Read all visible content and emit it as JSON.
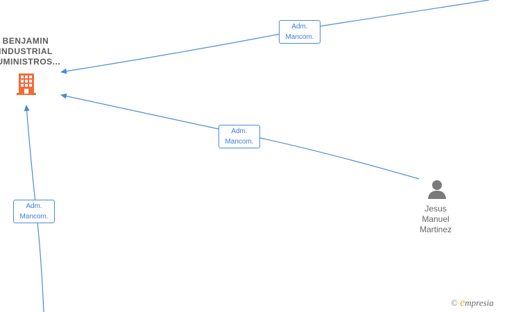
{
  "nodes": {
    "company": {
      "name_lines": [
        "BENJAMIN",
        "INDUSTRIAL",
        "SUMINISTROS..."
      ],
      "icon": "building-icon",
      "color": "#f26b3a"
    },
    "person": {
      "name_lines": [
        "Jesus",
        "Manuel",
        "Martinez"
      ],
      "icon": "person-icon",
      "color": "#7a7a7a"
    }
  },
  "edges": [
    {
      "id": "top",
      "label_line1": "Adm.",
      "label_line2": "Mancom."
    },
    {
      "id": "middle",
      "label_line1": "Adm.",
      "label_line2": "Mancom."
    },
    {
      "id": "bottom",
      "label_line1": "Adm.",
      "label_line2": "Mancom."
    }
  ],
  "edge_color": "#4a8ad4",
  "watermark": {
    "symbol": "©",
    "brand_initial": "e",
    "brand_rest": "mpresia"
  }
}
